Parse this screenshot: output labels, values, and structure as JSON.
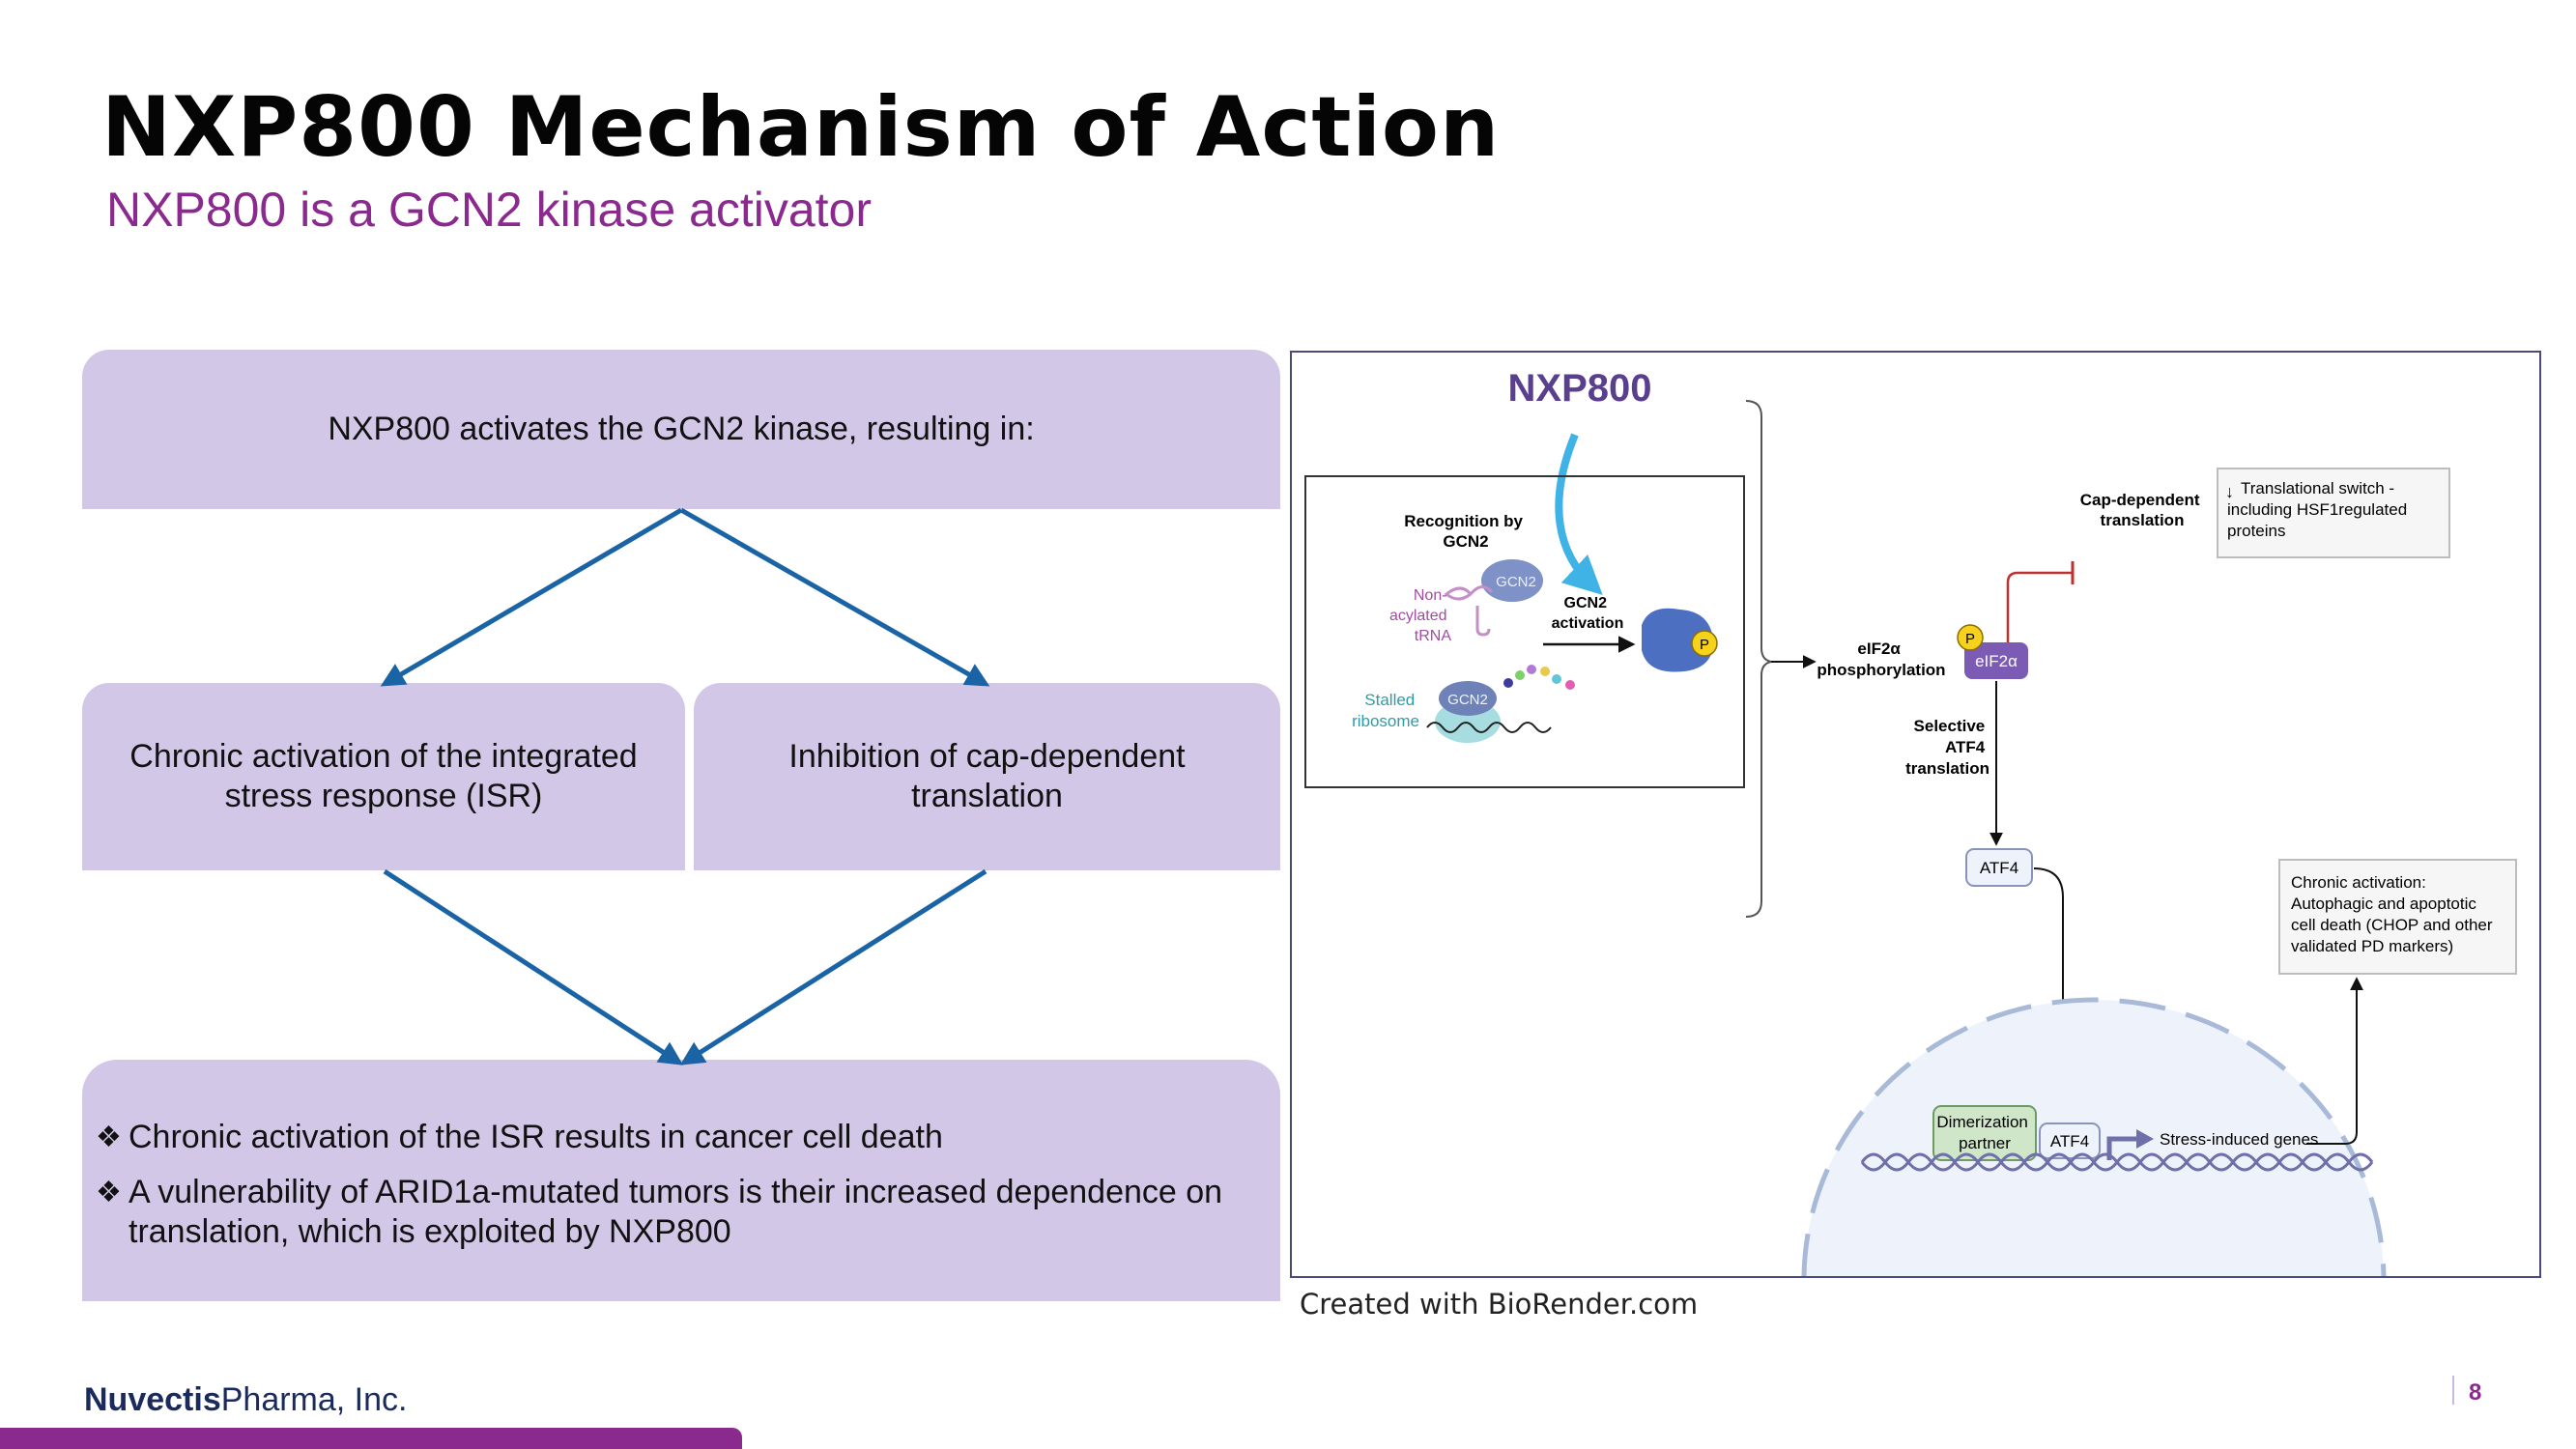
{
  "slide": {
    "title": "NXP800 Mechanism of Action",
    "subtitle": "NXP800 is a GCN2 kinase activator",
    "page_number": "8",
    "footer": {
      "brand_bold": "Nuvectis",
      "brand_rest": "Pharma, Inc."
    },
    "credit": "Created with BioRender.com"
  },
  "flow": {
    "top": "NXP800 activates the GCN2 kinase, resulting in:",
    "left": "Chronic activation of the integrated stress response (ISR)",
    "right": "Inhibition of cap-dependent translation",
    "bullet_mark": "❖",
    "bullets": [
      "Chronic activation of the ISR results in cancer cell death",
      "A vulnerability of ARID1a-mutated tumors is their increased dependence on translation, which is exploited by NXP800"
    ]
  },
  "diagram": {
    "drug": "NXP800",
    "recognition": [
      "Recognition by",
      "GCN2"
    ],
    "gcn2": "GCN2",
    "trna": [
      "Non-",
      "acylated",
      "tRNA"
    ],
    "activation": [
      "GCN2",
      "activation"
    ],
    "p": "P",
    "stalled": [
      "Stalled",
      "ribosome"
    ],
    "phosphorylation": [
      "eIF2α",
      "phosphorylation"
    ],
    "eif2a": "eIF2α",
    "cap_dependent": [
      "Cap-dependent",
      "translation"
    ],
    "switch": [
      "Translational switch -",
      "including HSF1regulated",
      "proteins"
    ],
    "selective": [
      "Selective",
      "ATF4",
      "translation"
    ],
    "atf4": "ATF4",
    "chronic": [
      "Chronic activation:",
      "Autophagic and apoptotic",
      "cell death (CHOP and other",
      "validated PD markers)"
    ],
    "dimerization": [
      "Dimerization",
      "partner"
    ],
    "stress_genes": "Stress-induced genes"
  },
  "colors": {
    "purple": "#8b2a8e",
    "box_fill": "#d3c7e8",
    "arrow_blue": "#1a64a6",
    "navy": "#1b2a5c"
  }
}
